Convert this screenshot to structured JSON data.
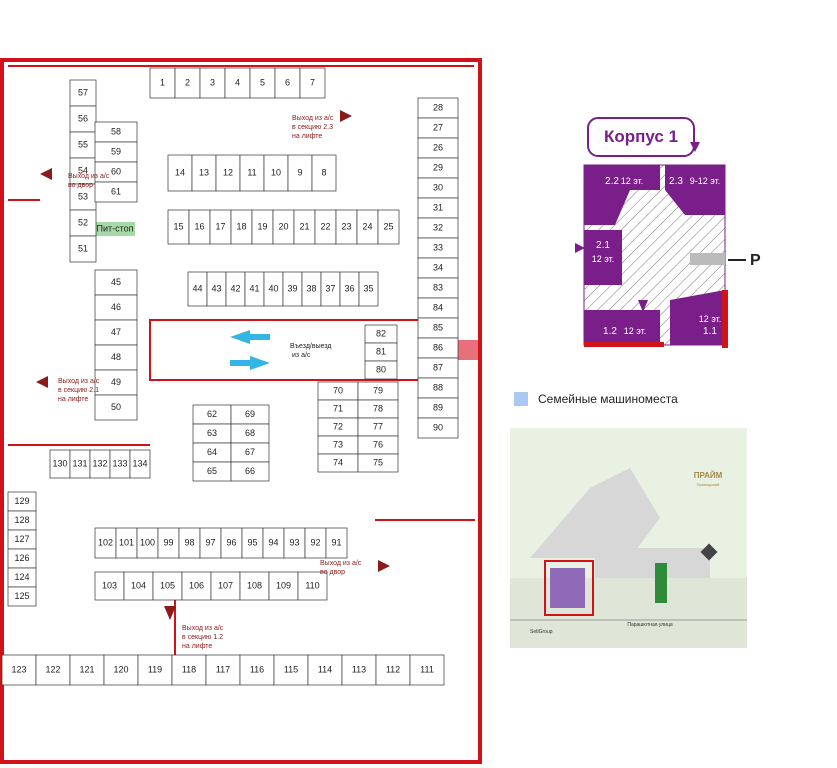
{
  "colors": {
    "wall": "#d1121b",
    "purple": "#7a1f8a",
    "accent": "#e8707a",
    "family": "#a9c9f2",
    "pit": "#a5d9a5"
  },
  "spots": {
    "row_top": [
      "1",
      "2",
      "3",
      "4",
      "5",
      "6",
      "7"
    ],
    "row_a": [
      "14",
      "13",
      "12",
      "11",
      "10",
      "9",
      "8"
    ],
    "row_b": [
      "15",
      "16",
      "17",
      "18",
      "19",
      "20",
      "21",
      "22",
      "23",
      "24",
      "25"
    ],
    "row_c": [
      "44",
      "43",
      "42",
      "41",
      "40",
      "39",
      "38",
      "37",
      "36",
      "35"
    ],
    "left_col": [
      "58",
      "59",
      "60",
      "61"
    ],
    "col_45": [
      "45",
      "46",
      "47",
      "48",
      "49",
      "50"
    ],
    "right_col": [
      "28",
      "27",
      "26",
      "29",
      "30",
      "31",
      "32",
      "33",
      "34",
      "83",
      "84",
      "85",
      "86",
      "87",
      "88",
      "89",
      "90"
    ],
    "center_col": [
      "82",
      "81",
      "80"
    ],
    "left_far": [
      "57",
      "56",
      "55",
      "54",
      "53",
      "52",
      "51"
    ],
    "grid_1": [
      "62",
      "69",
      "63",
      "68",
      "64",
      "67",
      "65",
      "66"
    ],
    "grid_2": [
      "70",
      "79",
      "71",
      "78",
      "72",
      "77",
      "73",
      "76",
      "74",
      "75"
    ],
    "row_130": [
      "130",
      "131",
      "132",
      "133",
      "134"
    ],
    "row_102": [
      "102",
      "101",
      "100",
      "99",
      "98",
      "97",
      "96",
      "95",
      "94",
      "93",
      "92",
      "91"
    ],
    "row_103": [
      "103",
      "104",
      "105",
      "106",
      "107",
      "108",
      "109",
      "110"
    ],
    "row_bottom": [
      "123",
      "122",
      "121",
      "120",
      "119",
      "118",
      "117",
      "116",
      "115",
      "114",
      "113",
      "112",
      "111"
    ],
    "col_129": [
      "129",
      "128",
      "127",
      "126",
      "124",
      "125"
    ]
  },
  "labels": {
    "pit_stop": "Пит-стоп",
    "entry": "Въезд/выезд",
    "entry2": "из а/с",
    "exit_23": [
      "Выход из а/с",
      "в секцию 2.3",
      "на лифте"
    ],
    "exit_yard_top": [
      "Выход из а/с",
      "во двор"
    ],
    "exit_21": [
      "Выход из а/с",
      "в секцию 2.1",
      "на лифте"
    ],
    "exit_yard_right": [
      "Выход из а/с",
      "во двор"
    ],
    "exit_12": [
      "Выход из а/с",
      "в секцию 1.2",
      "на лифте"
    ]
  },
  "keymap": {
    "title": "Корпус 1",
    "s22": "2.2",
    "s23": "2.3",
    "s21": "2.1",
    "s12": "1.2",
    "s11": "1.1",
    "f12": "12 эт.",
    "f912": "9-12 эт.",
    "p": "P"
  },
  "legend": {
    "family": "Семейные машиноместа"
  },
  "site": {
    "brand": "ПРАЙМ",
    "brand_sub": "Приморский",
    "street": "Парашютная улица",
    "dev": "SetlGroup"
  }
}
